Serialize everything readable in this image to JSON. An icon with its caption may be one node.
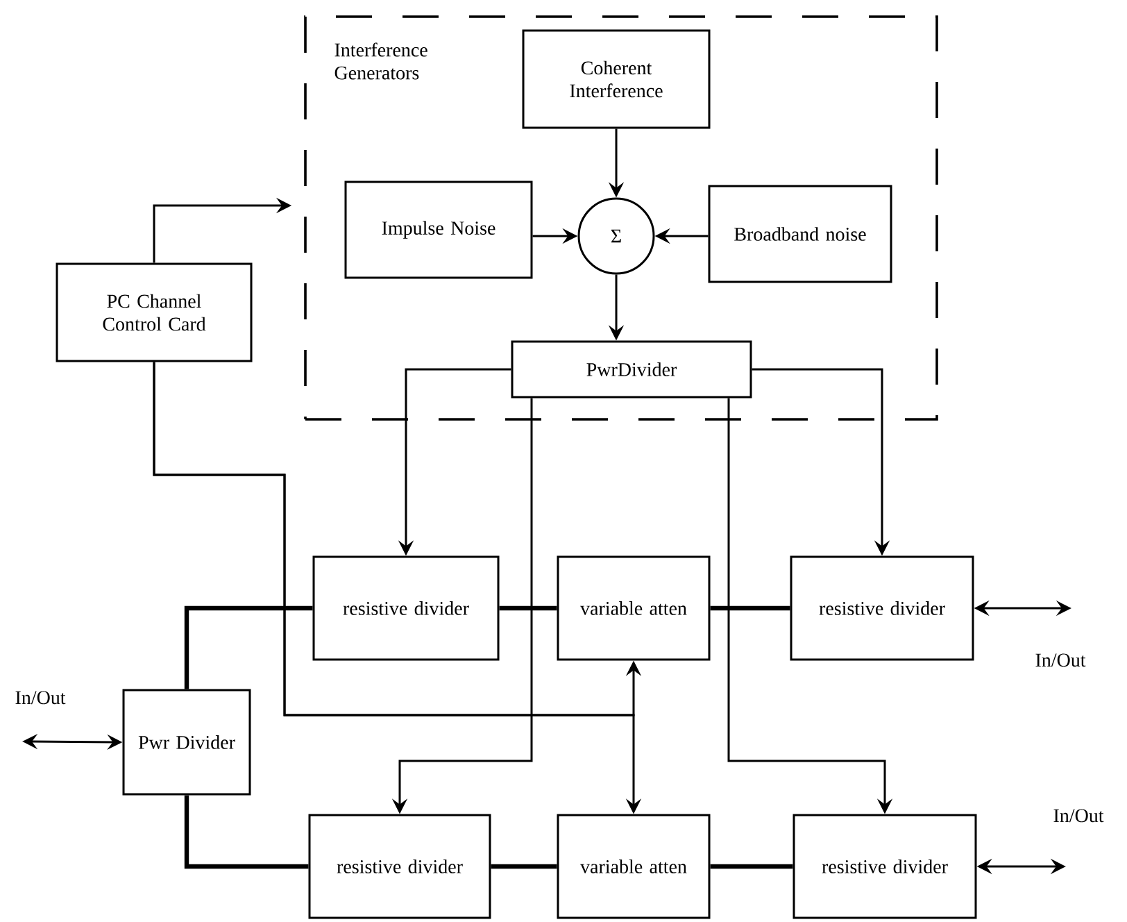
{
  "diagram": {
    "nodes": [
      {
        "text": [
          "Interference Generators"
        ]
      },
      {
        "text": [
          "Coherent Interference"
        ],
        "in": 0
      },
      {
        "text": [
          "Impulse Noise"
        ],
        "in": 0
      },
      {
        "text": [
          "Σ"
        ],
        "in": 0
      },
      {
        "text": [
          "Broadband noise"
        ],
        "in": 0
      },
      {
        "text": [
          "PwrDivider"
        ],
        "in": 0
      },
      {
        "text": [
          "PC Channel Control Card"
        ]
      },
      {
        "text": [
          "resistive divider"
        ]
      },
      {
        "text": [
          "variable atten"
        ]
      },
      {
        "text": [
          "resistive divider"
        ]
      },
      {
        "text": [
          "Pwr Divider"
        ]
      },
      {
        "text": [
          "resistive divider"
        ]
      },
      {
        "text": [
          "variable atten"
        ]
      },
      {
        "text": [
          "resistive divider"
        ]
      }
    ],
    "edges": [
      {
        "from": 6,
        "to": 0,
        "arrow": "to"
      },
      {
        "from": 1,
        "to": 3,
        "arrow": "to"
      },
      {
        "from": 2,
        "to": 3,
        "arrow": "to"
      },
      {
        "from": 4,
        "to": 3,
        "arrow": "to"
      },
      {
        "from": 3,
        "to": 5,
        "arrow": "to"
      },
      {
        "from": 5,
        "to": 7,
        "arrow": "to"
      },
      {
        "from": 5,
        "to": 9,
        "arrow": "to"
      },
      {
        "from": 5,
        "to": 11,
        "arrow": "to"
      },
      {
        "from": 5,
        "to": 13,
        "arrow": "to"
      },
      {
        "from": 6,
        "to": 8,
        "arrow": "to"
      },
      {
        "from": 6,
        "to": 12,
        "arrow": "to"
      },
      {
        "from": 10,
        "to": 7,
        "arrow": "none",
        "style": "thick"
      },
      {
        "from": 7,
        "to": 8,
        "arrow": "none",
        "style": "thick"
      },
      {
        "from": 8,
        "to": 9,
        "arrow": "none",
        "style": "thick"
      },
      {
        "from": 10,
        "to": 11,
        "arrow": "none",
        "style": "thick"
      },
      {
        "from": 11,
        "to": 12,
        "arrow": "none",
        "style": "thick"
      },
      {
        "from": 12,
        "to": 13,
        "arrow": "none",
        "style": "thick"
      },
      {
        "from": null,
        "to": 10,
        "arrow": "both"
      },
      {
        "from": 9,
        "to": null,
        "arrow": "both"
      },
      {
        "from": 13,
        "to": null,
        "arrow": "both"
      }
    ],
    "labels": [
      "In/Out",
      "In/Out",
      "In/Out"
    ]
  }
}
